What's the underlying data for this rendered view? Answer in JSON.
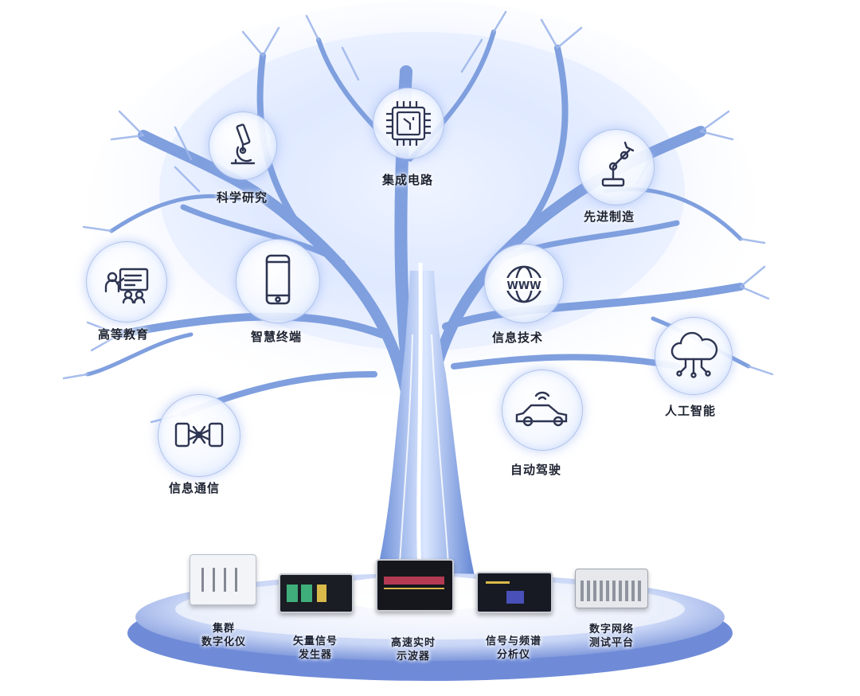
{
  "applications": {
    "integrated_circuit": "集成电路",
    "scientific_research": "科学研究",
    "advanced_manufacturing": "先进制造",
    "higher_education": "高等教育",
    "smart_terminal": "智慧终端",
    "information_technology": "信息技术",
    "artificial_intelligence": "人工智能",
    "information_communication": "信息通信",
    "autonomous_driving": "自动驾驶"
  },
  "products": {
    "cluster_digitizer": [
      "集群",
      "数字化仪"
    ],
    "vector_signal_generator": [
      "矢量信号",
      "发生器"
    ],
    "realtime_oscilloscope": [
      "高速实时",
      "示波器"
    ],
    "spectrum_analyzer": [
      "信号与频谱",
      "分析仪"
    ],
    "network_test_platform": [
      "数字网络",
      "测试平台"
    ]
  },
  "icons": {
    "integrated_circuit": "chip-icon",
    "scientific_research": "microscope-icon",
    "advanced_manufacturing": "robot-arm-icon",
    "higher_education": "classroom-icon",
    "smart_terminal": "smartphone-icon",
    "information_technology": "globe-www-icon",
    "artificial_intelligence": "cloud-network-icon",
    "information_communication": "phones-network-icon",
    "autonomous_driving": "connected-car-icon"
  },
  "colors": {
    "tree_glow": "#eaf2ff",
    "branch": "#7f9fde",
    "trunk": "#5f86d6",
    "icon_stroke": "#2e3552",
    "platform": "#7b95dd"
  }
}
